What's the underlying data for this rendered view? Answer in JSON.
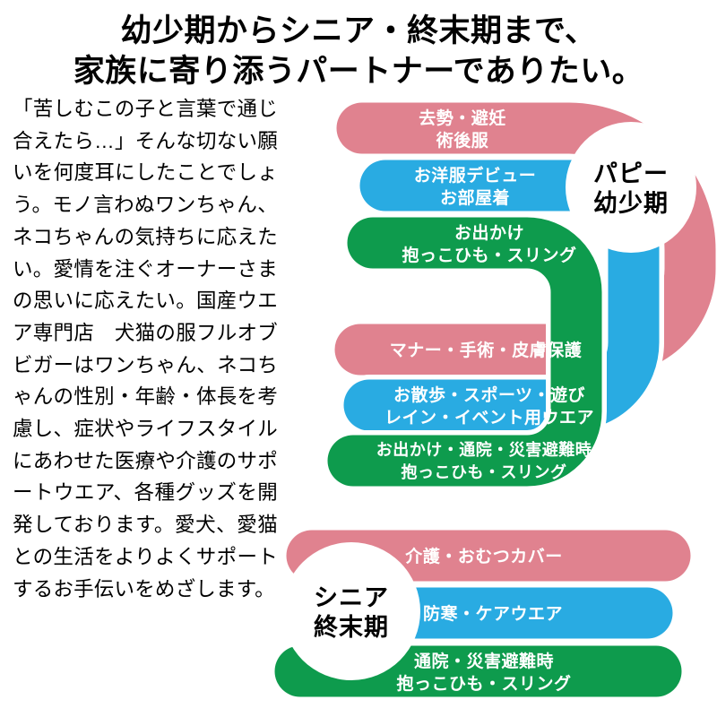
{
  "heading": {
    "line1": "幼少期からシニア・終末期まで、",
    "line2": "家族に寄り添うパートナーでありたい。"
  },
  "intro": {
    "text": "「苦しむこの子と言葉で通じ合えたら…」そんな切ない願いを何度耳にしたことでしょう。モノ言わぬワンちゃん、ネコちゃんの気持ちに応えたい。愛情を注ぐオーナーさまの思いに応えたい。国産ウエア専門店　犬猫の服フルオブビガーはワンちゃん、ネコちゃんの性別・年齢・体長を考慮し、症状やライフスタイルにあわせた医療や介護のサポートウエア、各種グッズを開発しております。愛犬、愛猫との生活をよりよくサポートするお手伝いをめざします。"
  },
  "colors": {
    "pink": "#E0828F",
    "blue": "#29ABE2",
    "green": "#0E9B4D",
    "band_text": "#FFFFFF",
    "heading_text": "#000000"
  },
  "stages": {
    "puppy": {
      "line1": "パピー",
      "line2": "幼少期"
    },
    "senior": {
      "line1": "シニア",
      "line2": "終末期"
    }
  },
  "bands": {
    "puppy_pink": {
      "line1": "去勢・避妊",
      "line2": "術後服"
    },
    "puppy_blue": {
      "line1": "お洋服デビュー",
      "line2": "お部屋着"
    },
    "puppy_green": {
      "line1": "お出かけ",
      "line2": "抱っこひも・スリング"
    },
    "adult_pink": {
      "line1": "マナー・手術・皮膚保護"
    },
    "adult_blue": {
      "line1": "お散歩・スポーツ・遊び",
      "line2": "レイン・イベント用ウエア"
    },
    "adult_green": {
      "line1": "お出かけ・通院・災害避難時",
      "line2": "抱っこひも・スリング"
    },
    "senior_pink": {
      "line1": "介護・おむつカバー"
    },
    "senior_blue": {
      "line1": "防寒・ケアウエア"
    },
    "senior_green": {
      "line1": "通院・災害避難時",
      "line2": "抱っこひも・スリング"
    }
  }
}
